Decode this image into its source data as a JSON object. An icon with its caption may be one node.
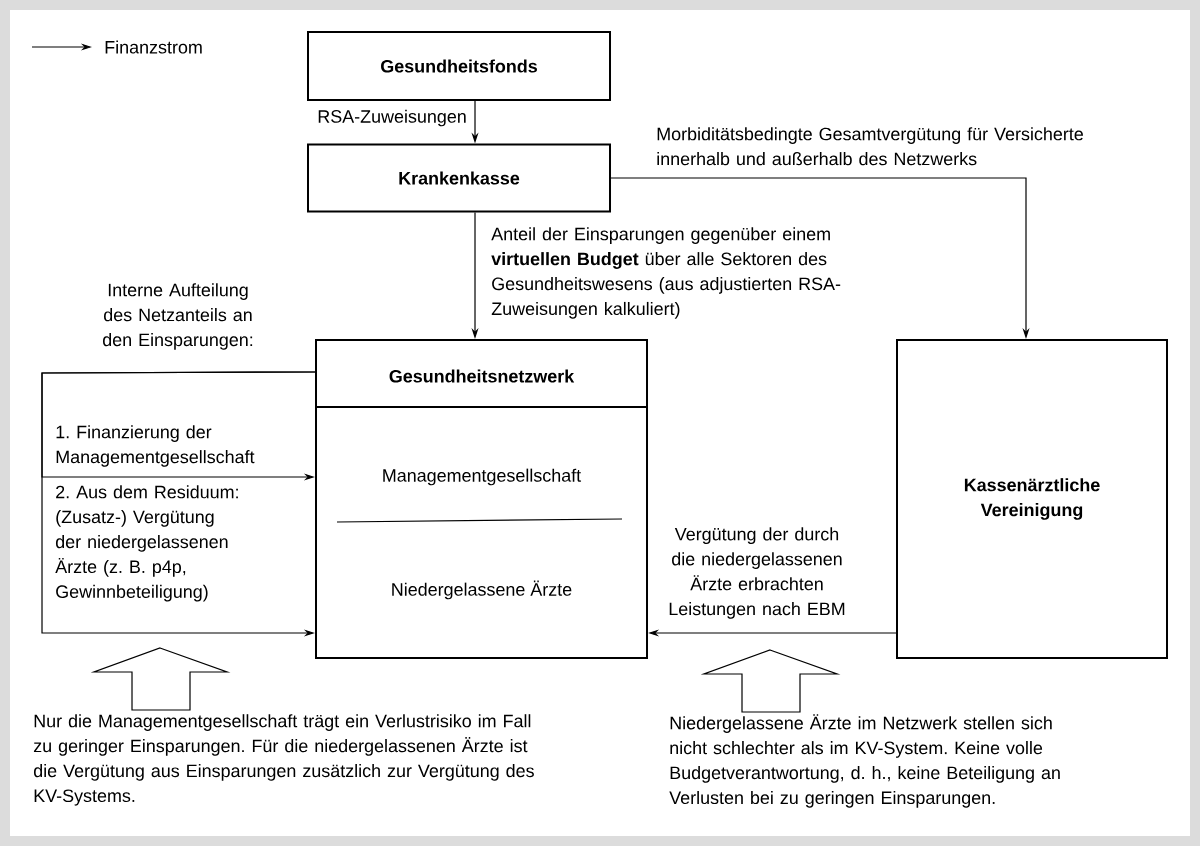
{
  "diagram": {
    "nodes": [
      {
        "text": [
          "Gesundheitsfonds"
        ]
      },
      {
        "text": [
          "Krankenkasse"
        ]
      },
      {
        "text": [
          "Gesundheitsnetzwerk",
          "Managementgesellschaft",
          "Niedergelassene Ärzte"
        ]
      },
      {
        "text": [
          "Kassenärztliche Vereinigung"
        ]
      }
    ],
    "edges": [
      {
        "from": 0,
        "to": 1,
        "arrow": "to",
        "label": "RSA-Zuweisungen"
      },
      {
        "from": 1,
        "to": 2,
        "arrow": "to",
        "label": "Anteil der Einsparungen gegenüber einem **virtuellen Budget** über alle Sektoren des Gesundheitswesens (aus adjustierten RSA-Zuweisungen kalkuliert)"
      },
      {
        "from": 1,
        "to": 3,
        "arrow": "to",
        "label": "Morbiditätsbedingte Gesamtvergütung für Versicherte innerhalb und außerhalb des Netzwerks"
      },
      {
        "from": 2,
        "to": 2,
        "arrow": "to",
        "label": "1. Finanzierung der Managementgesellschaft"
      },
      {
        "from": 2,
        "to": 2,
        "arrow": "to",
        "label": "2. Aus dem Residuum: (Zusatz-) Vergütung der niedergelassenen Ärzte (z. B. p4p, Gewinnbeteiligung)"
      },
      {
        "from": 3,
        "to": 2,
        "arrow": "to",
        "label": "Vergütung der durch die niedergelassenen Ärzte erbrachten Leistungen nach EBM"
      }
    ],
    "labels": [
      "Interne Aufteilung des Netzanteils an den Einsparungen:",
      "Nur die Managementgesellschaft trägt ein Verlustrisiko im Fall zu geringer Einsparungen. Für die niedergelassenen Ärzte ist die Vergütung aus Einsparungen zusätzlich zur Vergütung des KV-Systems.",
      "Niedergelassene Ärzte im Netzwerk stellen sich nicht schlechter als im KV-System. Keine volle Budgetverantwortung, d. h., keine Beteiligung an Verlusten bei zu geringen Einsparungen."
    ],
    "legend": [
      {
        "text": "Finanzstrom"
      }
    ]
  }
}
